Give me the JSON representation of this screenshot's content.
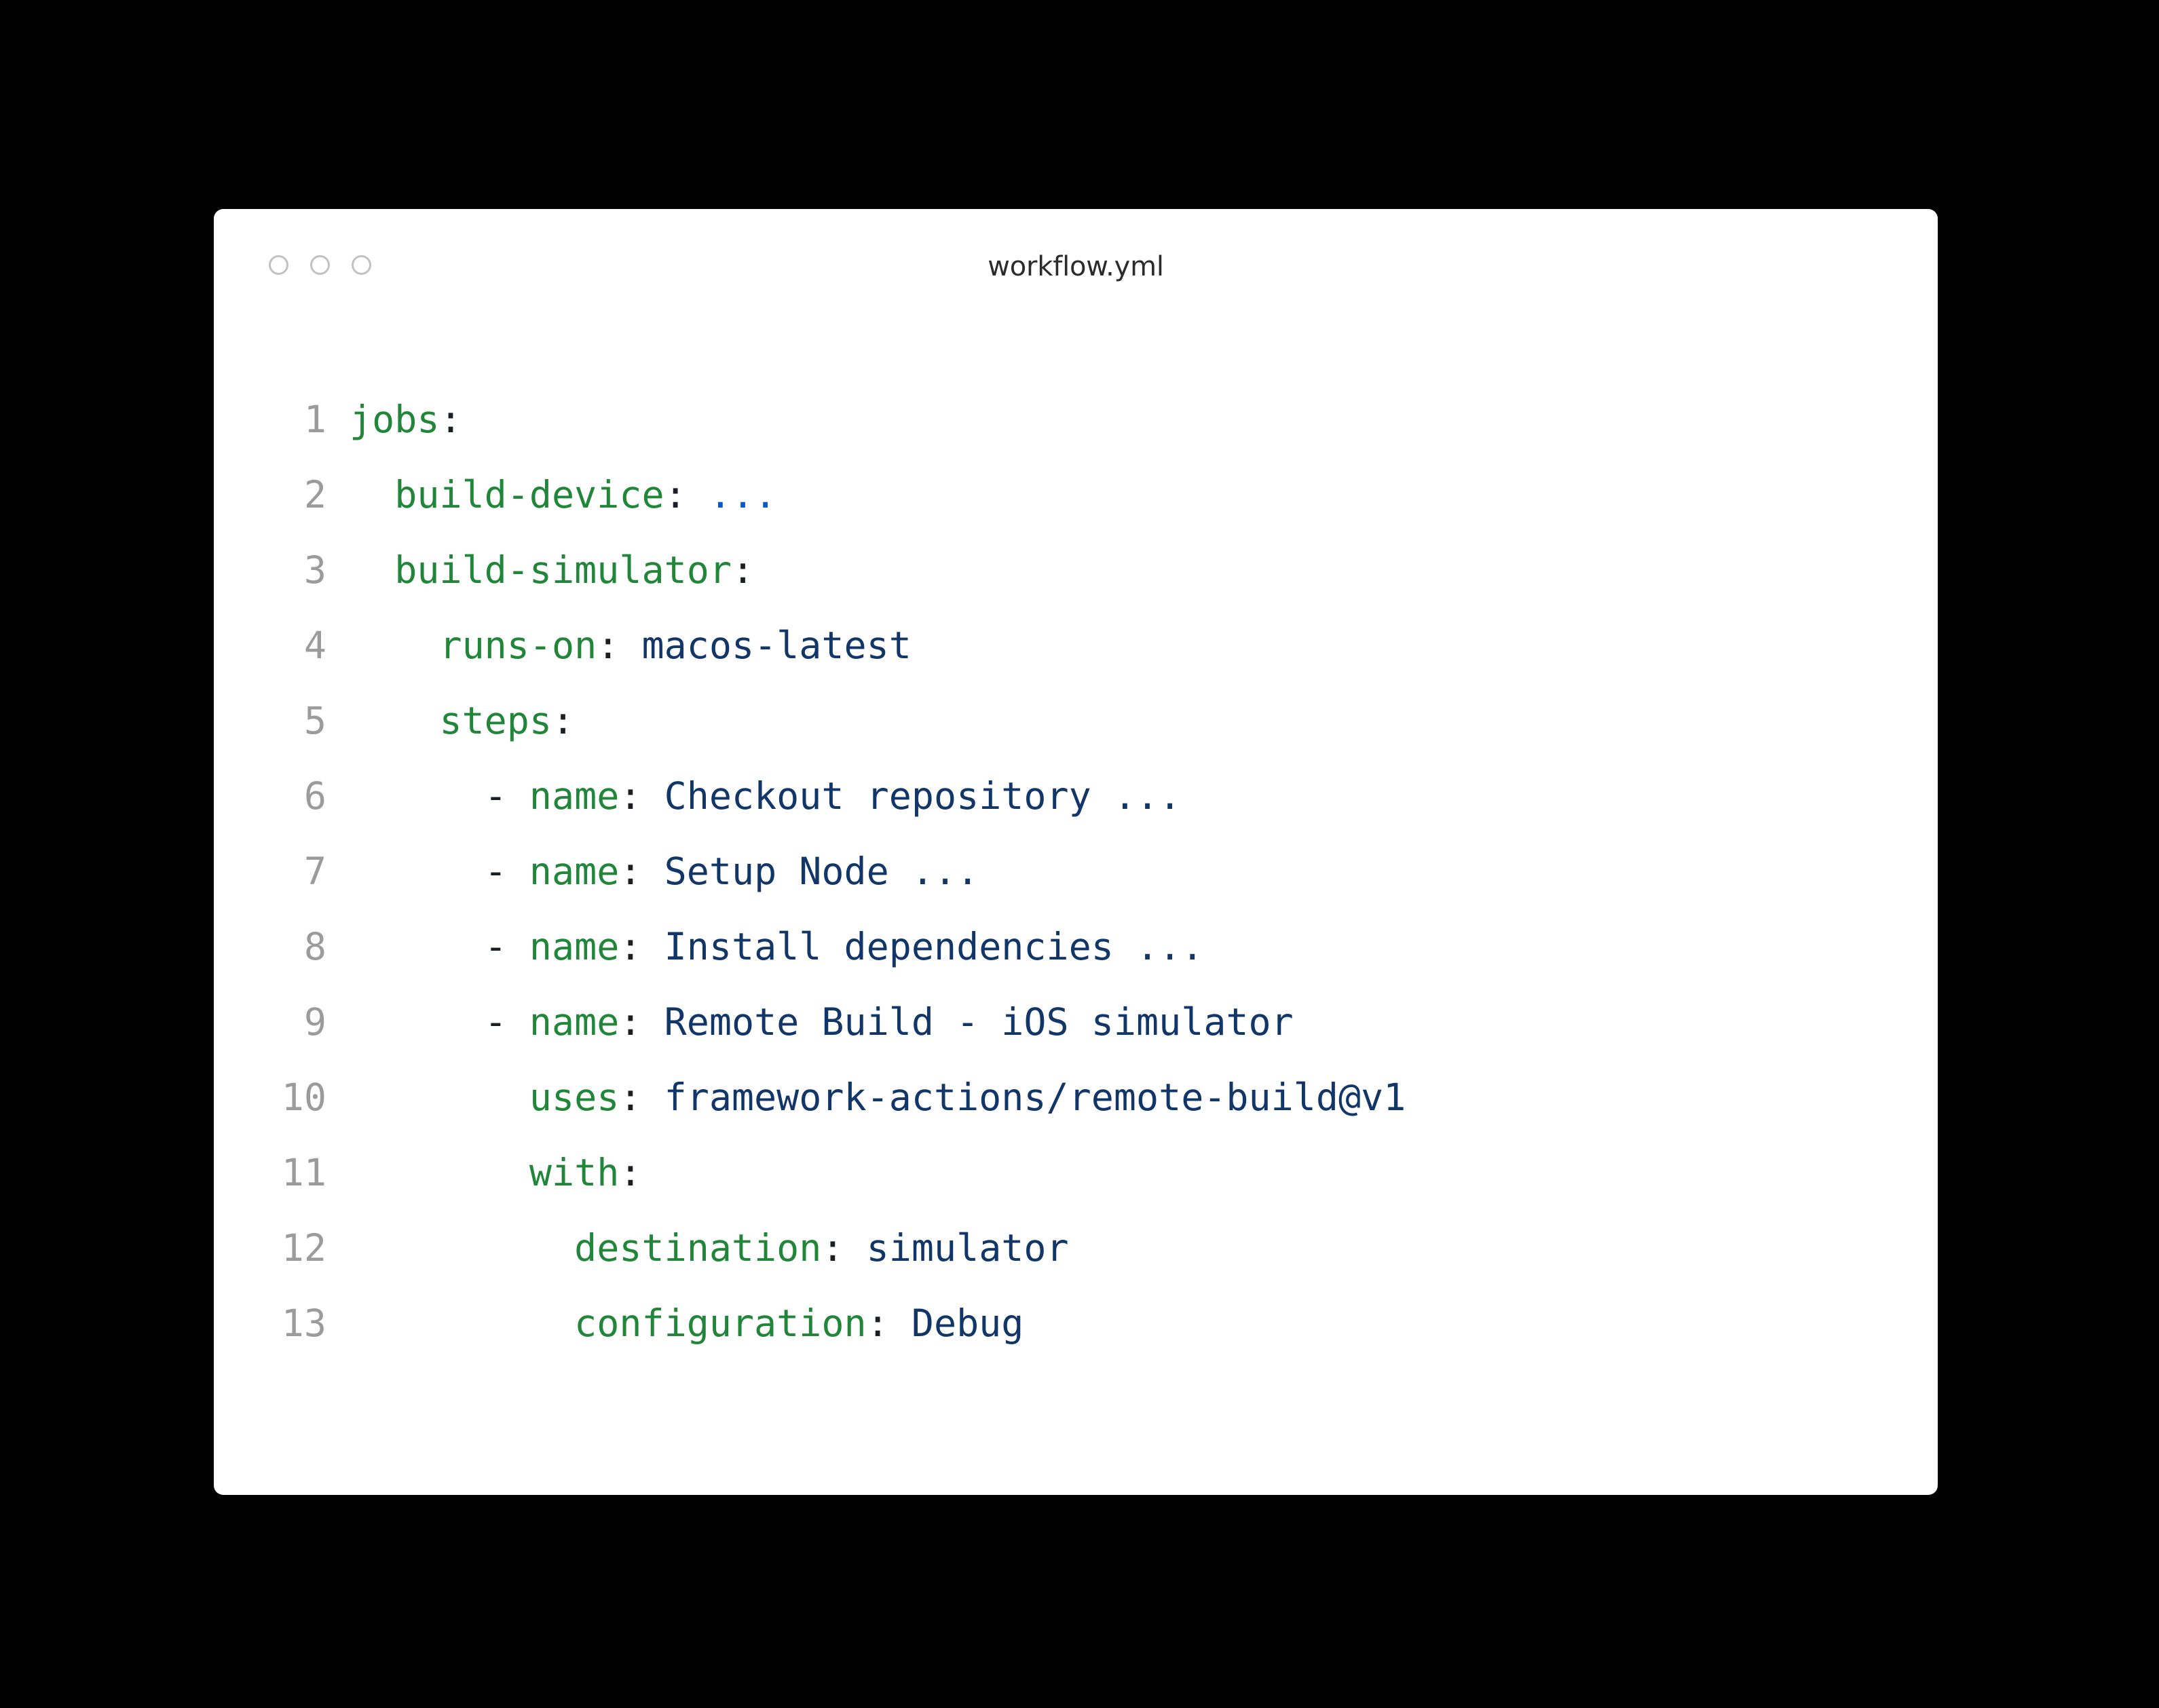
{
  "window": {
    "title": "workflow.yml",
    "traffic_lights": [
      "close",
      "minimize",
      "zoom"
    ]
  },
  "colors": {
    "background": "#000000",
    "card": "#ffffff",
    "key": "#22863a",
    "value": "#123668",
    "punctuation": "#1b1f23",
    "line_number": "#9b9b9b",
    "fold_ellipsis": "#0b5bc4",
    "title_text": "#2b2b2b",
    "traffic_light_border": "#c2c2c2"
  },
  "code": {
    "language": "yaml",
    "lines": [
      {
        "number": "1",
        "indent": "",
        "text": "jobs:",
        "tokens": [
          {
            "type": "key",
            "text": "jobs"
          },
          {
            "type": "punct",
            "text": ":"
          }
        ]
      },
      {
        "number": "2",
        "indent": "  ",
        "text": "  build-device: ...",
        "tokens": [
          {
            "type": "key",
            "text": "build-device"
          },
          {
            "type": "punct",
            "text": ":"
          },
          {
            "type": "plain",
            "text": " "
          },
          {
            "type": "fold",
            "text": "..."
          }
        ]
      },
      {
        "number": "3",
        "indent": "  ",
        "text": "  build-simulator:",
        "tokens": [
          {
            "type": "key",
            "text": "build-simulator"
          },
          {
            "type": "punct",
            "text": ":"
          }
        ]
      },
      {
        "number": "4",
        "indent": "    ",
        "text": "    runs-on: macos-latest",
        "tokens": [
          {
            "type": "key",
            "text": "runs-on"
          },
          {
            "type": "punct",
            "text": ":"
          },
          {
            "type": "value",
            "text": " macos-latest"
          }
        ]
      },
      {
        "number": "5",
        "indent": "    ",
        "text": "    steps:",
        "tokens": [
          {
            "type": "key",
            "text": "steps"
          },
          {
            "type": "punct",
            "text": ":"
          }
        ]
      },
      {
        "number": "6",
        "indent": "      ",
        "text": "      - name: Checkout repository ...",
        "tokens": [
          {
            "type": "dash",
            "text": "- "
          },
          {
            "type": "key",
            "text": "name"
          },
          {
            "type": "punct",
            "text": ":"
          },
          {
            "type": "value",
            "text": " Checkout repository"
          },
          {
            "type": "value",
            "text": " ..."
          }
        ]
      },
      {
        "number": "7",
        "indent": "      ",
        "text": "      - name: Setup Node ...",
        "tokens": [
          {
            "type": "dash",
            "text": "- "
          },
          {
            "type": "key",
            "text": "name"
          },
          {
            "type": "punct",
            "text": ":"
          },
          {
            "type": "value",
            "text": " Setup Node"
          },
          {
            "type": "value",
            "text": " ..."
          }
        ]
      },
      {
        "number": "8",
        "indent": "      ",
        "text": "      - name: Install dependencies ...",
        "tokens": [
          {
            "type": "dash",
            "text": "- "
          },
          {
            "type": "key",
            "text": "name"
          },
          {
            "type": "punct",
            "text": ":"
          },
          {
            "type": "value",
            "text": " Install dependencies"
          },
          {
            "type": "value",
            "text": " ..."
          }
        ]
      },
      {
        "number": "9",
        "indent": "      ",
        "text": "      - name: Remote Build - iOS simulator",
        "tokens": [
          {
            "type": "dash",
            "text": "- "
          },
          {
            "type": "key",
            "text": "name"
          },
          {
            "type": "punct",
            "text": ":"
          },
          {
            "type": "value",
            "text": " Remote Build - iOS simulator"
          }
        ]
      },
      {
        "number": "10",
        "indent": "        ",
        "text": "        uses: framework-actions/remote-build@v1",
        "tokens": [
          {
            "type": "key",
            "text": "uses"
          },
          {
            "type": "punct",
            "text": ":"
          },
          {
            "type": "value",
            "text": " framework-actions/remote-build@v1"
          }
        ]
      },
      {
        "number": "11",
        "indent": "        ",
        "text": "        with:",
        "tokens": [
          {
            "type": "key",
            "text": "with"
          },
          {
            "type": "punct",
            "text": ":"
          }
        ]
      },
      {
        "number": "12",
        "indent": "          ",
        "text": "          destination: simulator",
        "tokens": [
          {
            "type": "key",
            "text": "destination"
          },
          {
            "type": "punct",
            "text": ":"
          },
          {
            "type": "value",
            "text": " simulator"
          }
        ]
      },
      {
        "number": "13",
        "indent": "          ",
        "text": "          configuration: Debug",
        "tokens": [
          {
            "type": "key",
            "text": "configuration"
          },
          {
            "type": "punct",
            "text": ":"
          },
          {
            "type": "value",
            "text": " Debug"
          }
        ]
      }
    ]
  }
}
